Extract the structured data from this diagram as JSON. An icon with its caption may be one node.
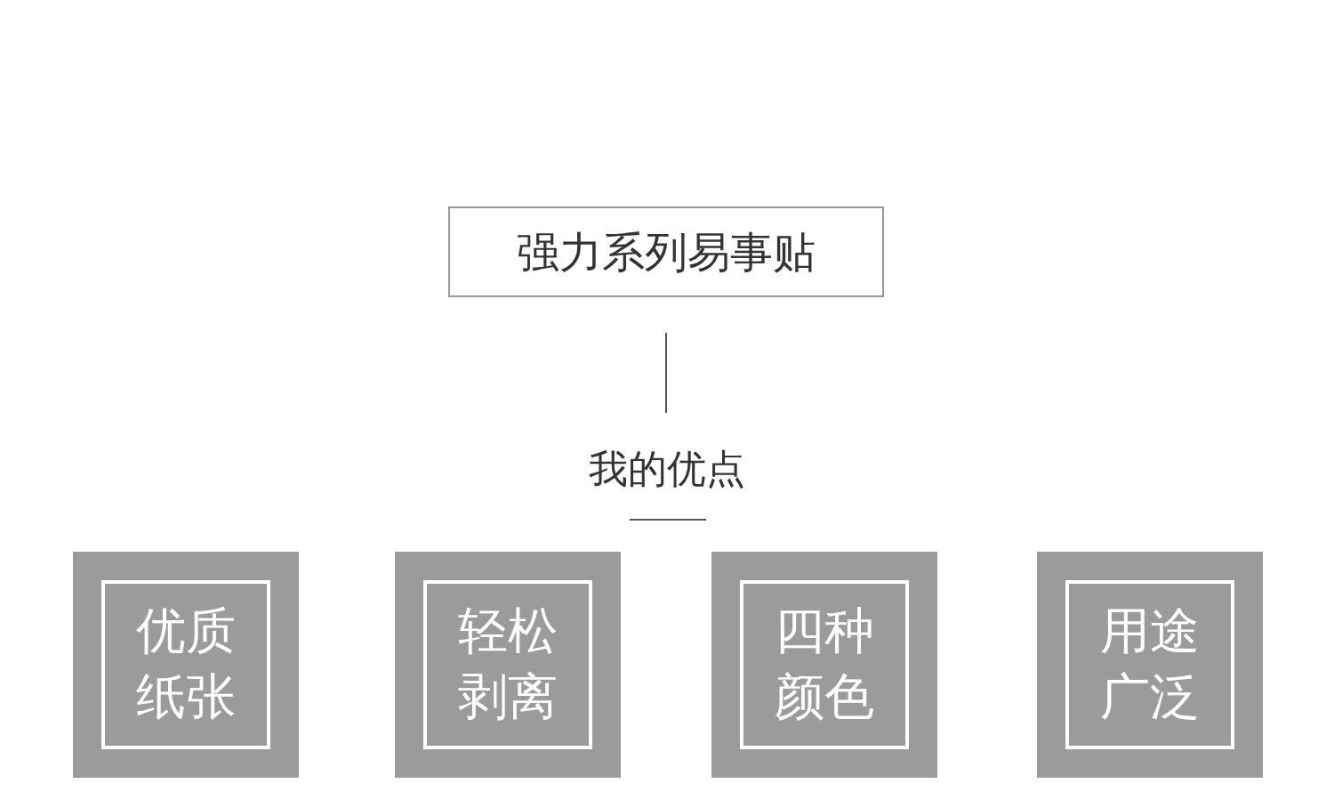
{
  "diagram": {
    "nodes": [
      {
        "text": [
          "强力系列易事贴"
        ]
      },
      {
        "text": [
          "我的优点"
        ]
      },
      {
        "text": [
          "优质纸张"
        ]
      },
      {
        "text": [
          "轻松剥离"
        ]
      },
      {
        "text": [
          "四种颜色"
        ]
      },
      {
        "text": [
          "用途广泛"
        ]
      }
    ],
    "edges": [
      {
        "from": 0,
        "to": 1,
        "arrow": "none"
      }
    ]
  }
}
